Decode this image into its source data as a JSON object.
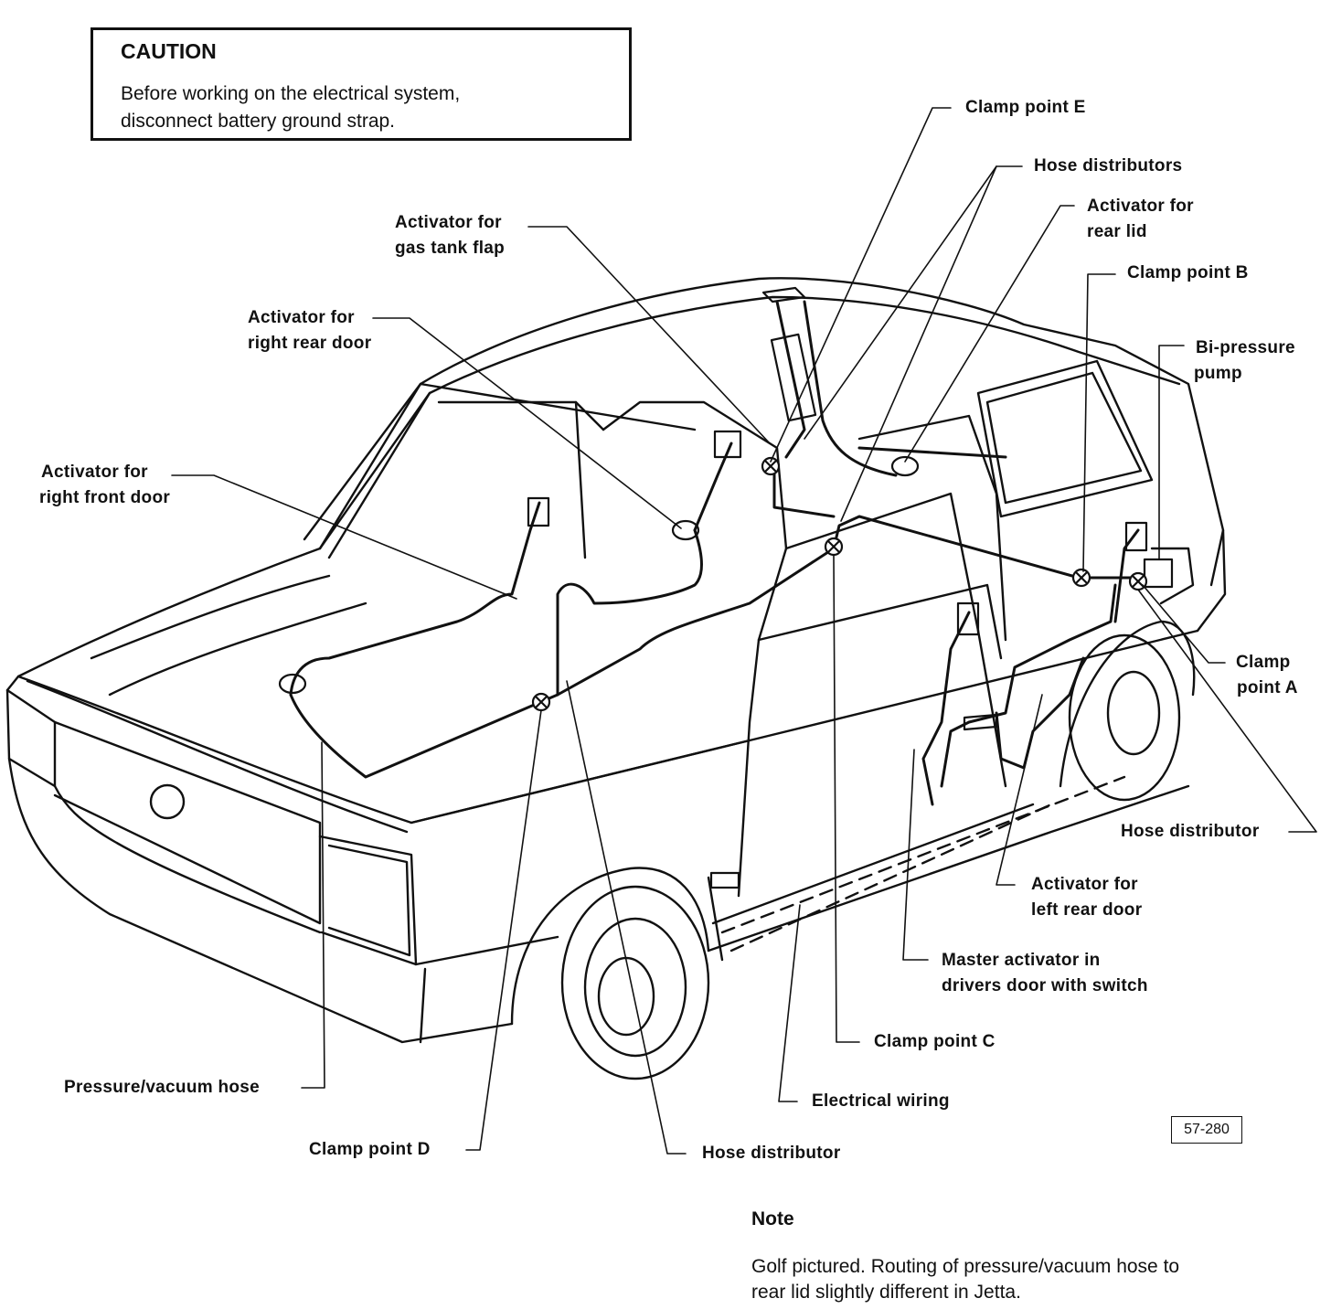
{
  "caution": {
    "title": "CAUTION",
    "line1": "Before working on the electrical system,",
    "line2": "disconnect battery ground strap."
  },
  "labels": {
    "clamp_e": "Clamp point E",
    "hose_distributors": "Hose distributors",
    "rear_lid_1": "Activator for",
    "rear_lid_2": "rear lid",
    "clamp_b": "Clamp point B",
    "pump_1": "Bi-pressure",
    "pump_2": "pump",
    "clamp_a_1": "Clamp",
    "clamp_a_2": "point A",
    "hose_distributor_right": "Hose distributor",
    "left_rear_1": "Activator for",
    "left_rear_2": "left rear door",
    "master_1": "Master activator in",
    "master_2": "drivers door with switch",
    "clamp_c": "Clamp point C",
    "electrical_wiring": "Electrical wiring",
    "hose_distributor_bottom": "Hose distributor",
    "clamp_d": "Clamp point D",
    "pressure_hose": "Pressure/vacuum hose",
    "right_front_1": "Activator for",
    "right_front_2": "right front door",
    "right_rear_1": "Activator for",
    "right_rear_2": "right rear door",
    "gas_flap_1": "Activator for",
    "gas_flap_2": "gas tank flap"
  },
  "figure_id": "57-280",
  "note": {
    "title": "Note",
    "line1": "Golf pictured. Routing of pressure/vacuum hose to",
    "line2": "rear lid slightly different in Jetta."
  }
}
